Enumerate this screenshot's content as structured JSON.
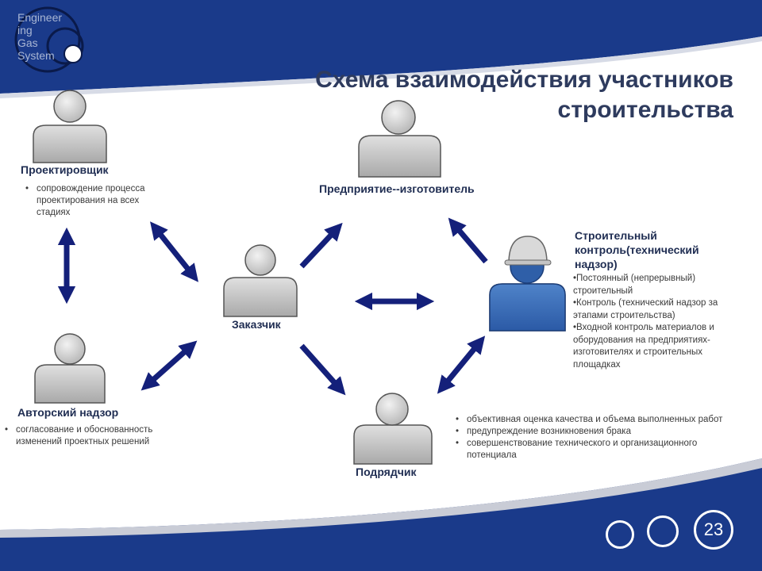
{
  "logo": {
    "lines": [
      "Engineer",
      "ing",
      "Gas",
      "System"
    ]
  },
  "title": {
    "line1": "Схема взаимодействия участников",
    "line2": "строительства"
  },
  "roles": {
    "designer": {
      "label": "Проектировщик",
      "bullets": [
        "сопровождение процесса проектирования на всех стадиях"
      ]
    },
    "manufacturer": {
      "label": "Предприятие--изготовитель"
    },
    "customer": {
      "label": "Заказчик"
    },
    "author_supervision": {
      "label": "Авторский надзор",
      "bullets": [
        "согласование и обоснованность изменений проектных решений"
      ]
    },
    "contractor": {
      "label": "Подрядчик",
      "bullets": [
        "объективная оценка качества и объема выполненных работ",
        "предупреждение возникновения брака",
        "совершенствование технического и организационного потенциала"
      ]
    },
    "technical_supervision": {
      "label_lines": [
        "Строительный",
        "контроль(технический",
        "надзор)"
      ],
      "items": [
        "•Постоянный (непрерывный) строительный",
        "•Контроль (технический надзор за этапами строительства)",
        "•Входной контроль материалов и оборудования на предприятиях-изготовителях и строительных площадках"
      ]
    }
  },
  "colors": {
    "navy": "#1a3a8a",
    "arrow": "#14207a",
    "person_gray": "#c9c9c9",
    "person_blue": "#3b6db5",
    "title": "#2e3b5e"
  },
  "page_number": "23"
}
